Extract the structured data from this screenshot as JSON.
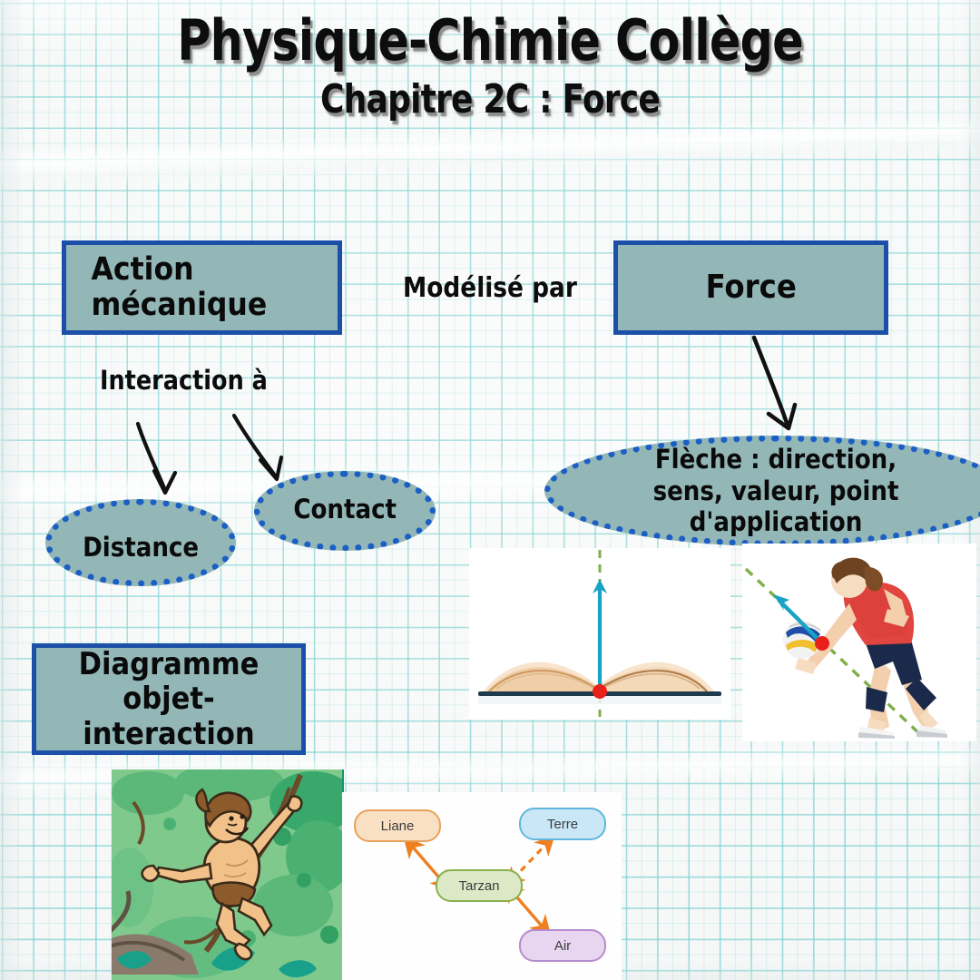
{
  "header": {
    "title": "Physique-Chimie Collège",
    "subtitle": "Chapitre 2C : Force"
  },
  "colors": {
    "node_fill": "#93b6b6",
    "rect_border": "#1c50a8",
    "ellipse_border": "#1c5fc4",
    "paper_grid": "#46bebe",
    "paper_bg": "#f8faf9",
    "force_arrow": "#19a3c4",
    "action_line": "#7fae4a",
    "application_point": "#e8211b",
    "oid_arrow": "#ef7f20"
  },
  "diagram": {
    "boxes": [
      {
        "id": "action-mecanique",
        "label": "Action mécanique"
      },
      {
        "id": "force",
        "label": "Force"
      },
      {
        "id": "diagramme-objet-interaction",
        "label": "Diagramme\nobjet-interaction"
      }
    ],
    "ellipses": [
      {
        "id": "distance",
        "label": "Distance"
      },
      {
        "id": "contact",
        "label": "Contact"
      },
      {
        "id": "fleche",
        "label": "Flèche : direction, sens, valeur, point d'application"
      }
    ],
    "connector_labels": [
      {
        "id": "modelise-par",
        "label": "Modélisé par"
      },
      {
        "id": "interaction-a",
        "label": "Interaction à"
      }
    ],
    "arrows": [
      {
        "id": "interaction-to-distance",
        "from": "interaction-a",
        "to": "distance",
        "style": "hand-drawn-solid"
      },
      {
        "id": "interaction-to-contact",
        "from": "interaction-a",
        "to": "contact",
        "style": "hand-drawn-solid"
      },
      {
        "id": "force-to-fleche",
        "from": "force",
        "to": "fleche",
        "style": "hand-drawn-solid"
      }
    ]
  },
  "illustrations": {
    "book": {
      "name": "open-book-force-diagram",
      "caption_elements": [
        "force-vector-arrow",
        "dashed-action-line",
        "point-of-application"
      ]
    },
    "volleyball": {
      "name": "volleyball-player-force-diagram",
      "caption_elements": [
        "force-vector-arrow",
        "dashed-action-line",
        "point-of-application"
      ]
    },
    "tarzan": {
      "name": "tarzan-swinging-on-vine-illustration"
    }
  },
  "objet_interaction_diagram": {
    "title": "Diagramme objet-interaction",
    "center_node": {
      "id": "tarzan",
      "label": "Tarzan",
      "fill": "#dce9c6",
      "stroke": "#8ab04e"
    },
    "nodes": [
      {
        "id": "liane",
        "label": "Liane",
        "fill": "#fae0c3",
        "stroke": "#e8a25e"
      },
      {
        "id": "terre",
        "label": "Terre",
        "fill": "#c9e7f7",
        "stroke": "#62b6dd"
      },
      {
        "id": "air",
        "label": "Air",
        "fill": "#e8d6f0",
        "stroke": "#b58ccd"
      }
    ],
    "links": [
      {
        "from": "tarzan",
        "to": "liane",
        "style": "solid",
        "type": "contact"
      },
      {
        "from": "tarzan",
        "to": "air",
        "style": "solid",
        "type": "contact"
      },
      {
        "from": "tarzan",
        "to": "terre",
        "style": "dashed",
        "type": "distance"
      }
    ]
  }
}
